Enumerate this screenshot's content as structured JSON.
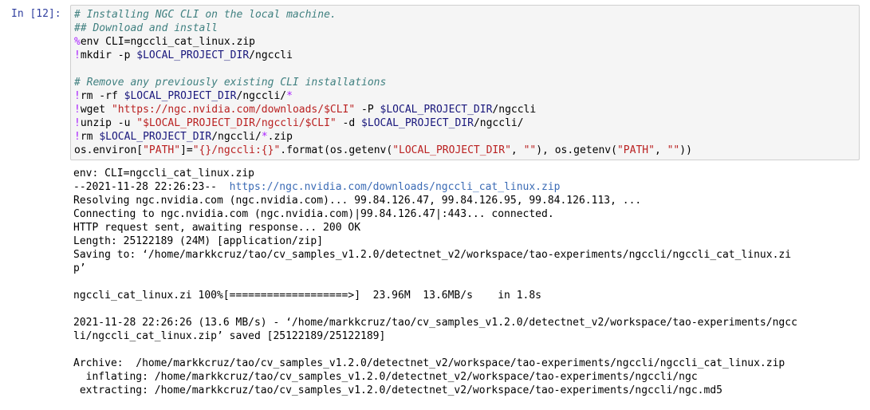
{
  "cell": {
    "prompt": "In [12]:",
    "code_lines": [
      [
        {
          "t": "# Installing NGC CLI on the local machine.",
          "c": "cm"
        }
      ],
      [
        {
          "t": "## Download and install",
          "c": "cm"
        }
      ],
      [
        {
          "t": "%",
          "c": "kw"
        },
        {
          "t": "env CLI=ngccli_cat_linux.zip",
          "c": ""
        }
      ],
      [
        {
          "t": "!",
          "c": "bang"
        },
        {
          "t": "mkdir -p ",
          "c": ""
        },
        {
          "t": "$LOCAL_PROJECT_DIR",
          "c": "var"
        },
        {
          "t": "/ngccli",
          "c": ""
        }
      ],
      [
        {
          "t": "",
          "c": ""
        }
      ],
      [
        {
          "t": "# Remove any previously existing CLI installations",
          "c": "cm"
        }
      ],
      [
        {
          "t": "!",
          "c": "bang"
        },
        {
          "t": "rm -rf ",
          "c": ""
        },
        {
          "t": "$LOCAL_PROJECT_DIR",
          "c": "var"
        },
        {
          "t": "/ngccli/",
          "c": ""
        },
        {
          "t": "*",
          "c": "kw"
        }
      ],
      [
        {
          "t": "!",
          "c": "bang"
        },
        {
          "t": "wget ",
          "c": ""
        },
        {
          "t": "\"https://ngc.nvidia.com/downloads/$CLI\"",
          "c": "str"
        },
        {
          "t": " -P ",
          "c": ""
        },
        {
          "t": "$LOCAL_PROJECT_DIR",
          "c": "var"
        },
        {
          "t": "/ngccli",
          "c": ""
        }
      ],
      [
        {
          "t": "!",
          "c": "bang"
        },
        {
          "t": "unzip -u ",
          "c": ""
        },
        {
          "t": "\"$LOCAL_PROJECT_DIR/ngccli/$CLI\"",
          "c": "str"
        },
        {
          "t": " -d ",
          "c": ""
        },
        {
          "t": "$LOCAL_PROJECT_DIR",
          "c": "var"
        },
        {
          "t": "/ngccli/",
          "c": ""
        }
      ],
      [
        {
          "t": "!",
          "c": "bang"
        },
        {
          "t": "rm ",
          "c": ""
        },
        {
          "t": "$LOCAL_PROJECT_DIR",
          "c": "var"
        },
        {
          "t": "/ngccli/",
          "c": ""
        },
        {
          "t": "*",
          "c": "kw"
        },
        {
          "t": ".zip",
          "c": ""
        }
      ],
      [
        {
          "t": "os.environ[",
          "c": ""
        },
        {
          "t": "\"PATH\"",
          "c": "str"
        },
        {
          "t": "]=",
          "c": ""
        },
        {
          "t": "\"{}/ngccli:{}\"",
          "c": "str"
        },
        {
          "t": ".format(os.getenv(",
          "c": ""
        },
        {
          "t": "\"LOCAL_PROJECT_DIR\"",
          "c": "str"
        },
        {
          "t": ", ",
          "c": ""
        },
        {
          "t": "\"\"",
          "c": "str"
        },
        {
          "t": "), os.getenv(",
          "c": ""
        },
        {
          "t": "\"PATH\"",
          "c": "str"
        },
        {
          "t": ", ",
          "c": ""
        },
        {
          "t": "\"\"",
          "c": "str"
        },
        {
          "t": "))",
          "c": ""
        }
      ]
    ],
    "output_lines": [
      {
        "t": "env: CLI=ngccli_cat_linux.zip"
      },
      {
        "t": "--2021-11-28 22:26:23--  ",
        "link": "https://ngc.nvidia.com/downloads/ngccli_cat_linux.zip"
      },
      {
        "t": "Resolving ngc.nvidia.com (ngc.nvidia.com)... 99.84.126.47, 99.84.126.95, 99.84.126.113, ..."
      },
      {
        "t": "Connecting to ngc.nvidia.com (ngc.nvidia.com)|99.84.126.47|:443... connected."
      },
      {
        "t": "HTTP request sent, awaiting response... 200 OK"
      },
      {
        "t": "Length: 25122189 (24M) [application/zip]"
      },
      {
        "t": "Saving to: ‘/home/markkcruz/tao/cv_samples_v1.2.0/detectnet_v2/workspace/tao-experiments/ngccli/ngccli_cat_linux.zi"
      },
      {
        "t": "p’"
      },
      {
        "t": ""
      },
      {
        "t": "ngccli_cat_linux.zi 100%[===================>]  23.96M  13.6MB/s    in 1.8s"
      },
      {
        "t": ""
      },
      {
        "t": "2021-11-28 22:26:26 (13.6 MB/s) - ‘/home/markkcruz/tao/cv_samples_v1.2.0/detectnet_v2/workspace/tao-experiments/ngcc"
      },
      {
        "t": "li/ngccli_cat_linux.zip’ saved [25122189/25122189]"
      },
      {
        "t": ""
      },
      {
        "t": "Archive:  /home/markkcruz/tao/cv_samples_v1.2.0/detectnet_v2/workspace/tao-experiments/ngccli/ngccli_cat_linux.zip"
      },
      {
        "t": "  inflating: /home/markkcruz/tao/cv_samples_v1.2.0/detectnet_v2/workspace/tao-experiments/ngccli/ngc"
      },
      {
        "t": " extracting: /home/markkcruz/tao/cv_samples_v1.2.0/detectnet_v2/workspace/tao-experiments/ngccli/ngc.md5"
      }
    ]
  }
}
